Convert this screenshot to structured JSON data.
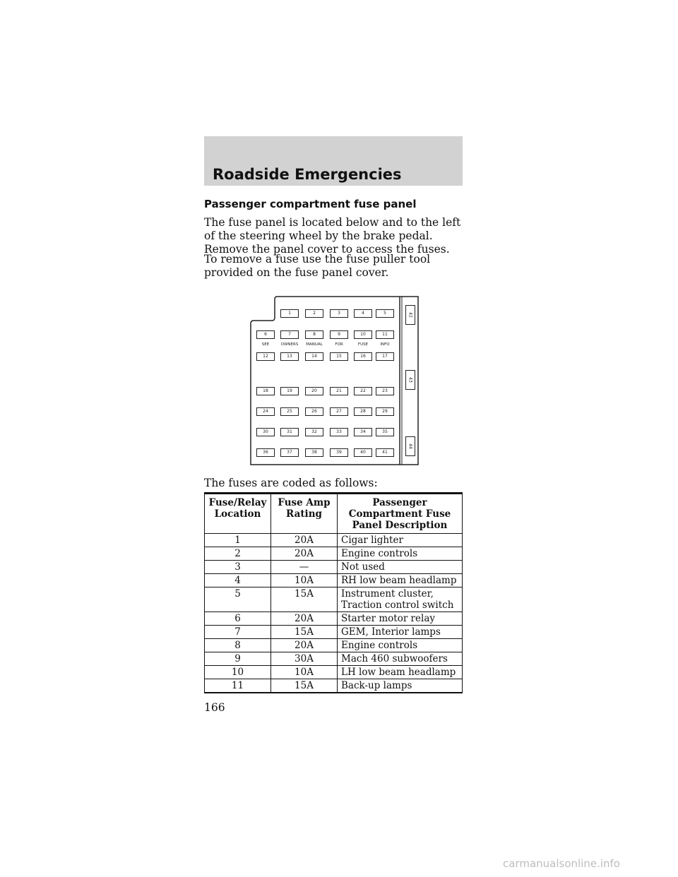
{
  "header": {
    "title": "Roadside Emergencies"
  },
  "section": {
    "heading": "Passenger compartment fuse panel",
    "para1": "The fuse panel is located below and to the left of the steering wheel by the brake pedal. Remove the panel cover to access the fuses.",
    "para2": "To remove a fuse use the fuse puller tool provided on the fuse panel cover.",
    "para3": "The fuses are coded as follows:"
  },
  "diagram": {
    "fuses": [
      "1",
      "2",
      "3",
      "4",
      "5",
      "6",
      "7",
      "8",
      "9",
      "10",
      "11",
      "12",
      "13",
      "14",
      "15",
      "16",
      "17",
      "18",
      "19",
      "20",
      "21",
      "22",
      "23",
      "24",
      "25",
      "26",
      "27",
      "28",
      "29",
      "30",
      "31",
      "32",
      "33",
      "34",
      "35",
      "36",
      "37",
      "38",
      "39",
      "40",
      "41"
    ],
    "relays": [
      "42",
      "43",
      "44"
    ],
    "note": [
      "SEE",
      "OWNERS",
      "MANUAL",
      "FOR",
      "FUSE",
      "INFO"
    ]
  },
  "table": {
    "headers": [
      "Fuse/Relay Location",
      "Fuse Amp Rating",
      "Passenger Compartment Fuse Panel Description"
    ],
    "rows": [
      [
        "1",
        "20A",
        "Cigar lighter"
      ],
      [
        "2",
        "20A",
        "Engine controls"
      ],
      [
        "3",
        "—",
        "Not used"
      ],
      [
        "4",
        "10A",
        "RH low beam headlamp"
      ],
      [
        "5",
        "15A",
        "Instrument cluster, Traction control switch"
      ],
      [
        "6",
        "20A",
        "Starter motor relay"
      ],
      [
        "7",
        "15A",
        "GEM, Interior lamps"
      ],
      [
        "8",
        "20A",
        "Engine controls"
      ],
      [
        "9",
        "30A",
        "Mach 460 subwoofers"
      ],
      [
        "10",
        "10A",
        "LH low beam headlamp"
      ],
      [
        "11",
        "15A",
        "Back-up lamps"
      ]
    ]
  },
  "page_number": "166",
  "watermark": "carmanualsonline.info"
}
